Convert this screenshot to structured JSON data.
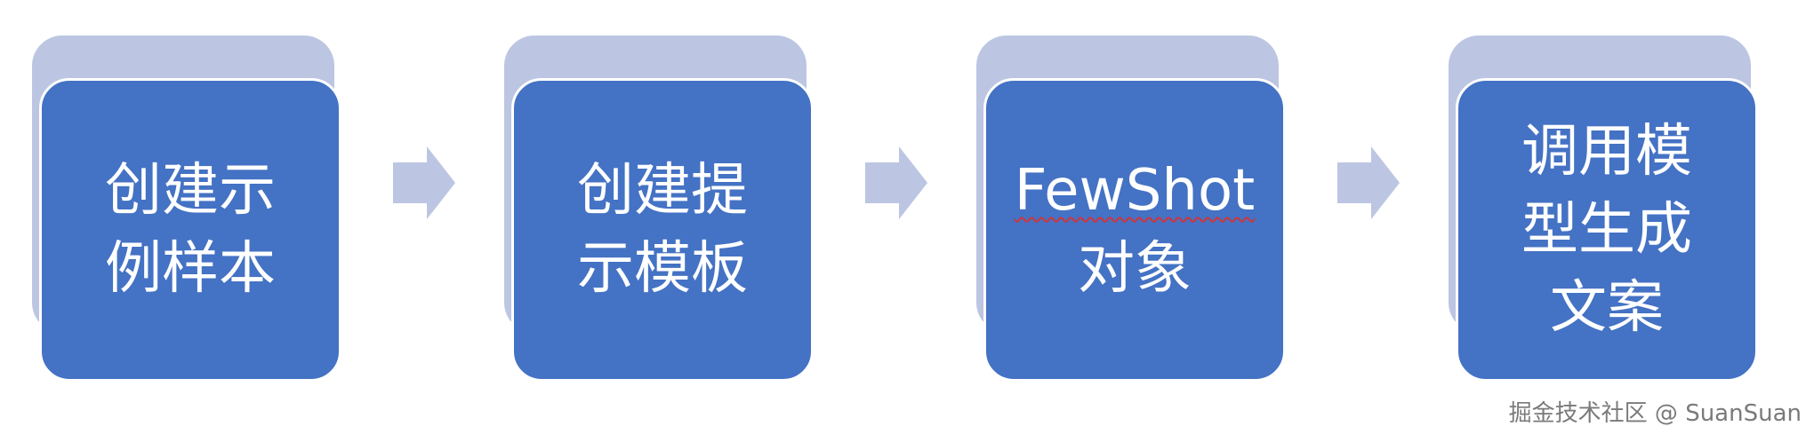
{
  "steps": [
    {
      "lines": [
        "创建示",
        "例样本"
      ]
    },
    {
      "lines": [
        "创建提",
        "示模板"
      ]
    },
    {
      "lines": [
        "FewShot",
        "对象"
      ]
    },
    {
      "lines": [
        "调用模",
        "型生成",
        "文案"
      ]
    }
  ],
  "watermark": "掘金技术社区 @ SuanSuan",
  "colors": {
    "box_fill": "#4472c4",
    "box_shadow": "#bcc6e2",
    "arrow": "#bcc6e2",
    "text": "#ffffff"
  }
}
